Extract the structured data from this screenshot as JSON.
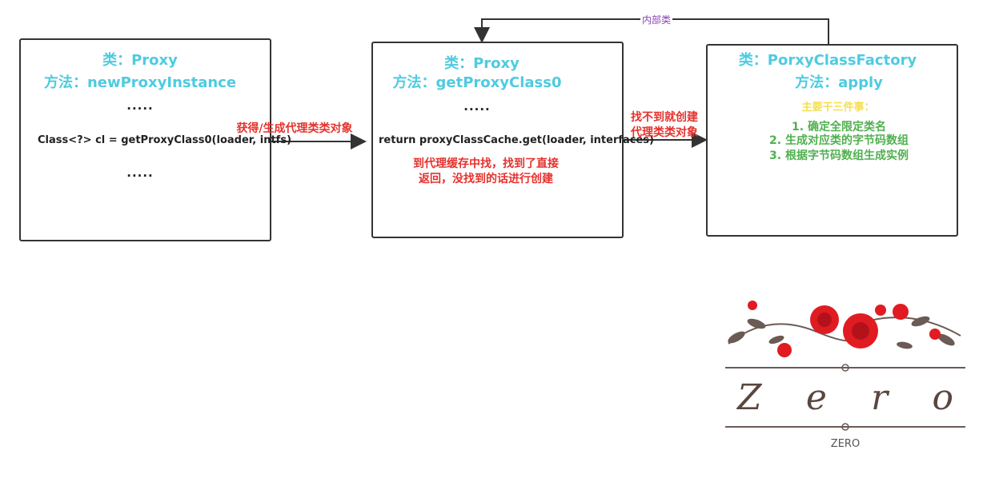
{
  "boxes": {
    "left": {
      "class_label": "类：Proxy",
      "method_label": "方法：newProxyInstance",
      "dots_top": "·····",
      "code": "Class<?> cl = getProxyClass0(loader, intfs)",
      "dots_bottom": "·····"
    },
    "middle": {
      "class_label": "类：Proxy",
      "method_label": "方法：getProxyClass0",
      "dots": "·····",
      "code": "return proxyClassCache.get(loader, interfaces)",
      "note_line1": "到代理缓存中找，找到了直接",
      "note_line2": "返回，没找到的话进行创建"
    },
    "right": {
      "class_label": "类：PorxyClassFactory",
      "method_label": "方法：apply",
      "heading": "主要干三件事：",
      "steps": [
        "1. 确定全限定类名",
        "2. 生成对应类的字节码数组",
        "3. 根据字节码数组生成实例"
      ]
    }
  },
  "arrows": {
    "left_to_middle": "获得/生成代理类类对象",
    "middle_to_right_line1": "找不到就创建",
    "middle_to_right_line2": "代理类类对象",
    "inner_class": "内部类"
  },
  "logo": {
    "text": "Zero",
    "subtext": "ZERO"
  },
  "colors": {
    "title": "#4ecbe0",
    "red_note": "#e5322d",
    "yellow_heading": "#f4e04d",
    "green_steps": "#4fb04f",
    "purple_label": "#8b44b8"
  }
}
